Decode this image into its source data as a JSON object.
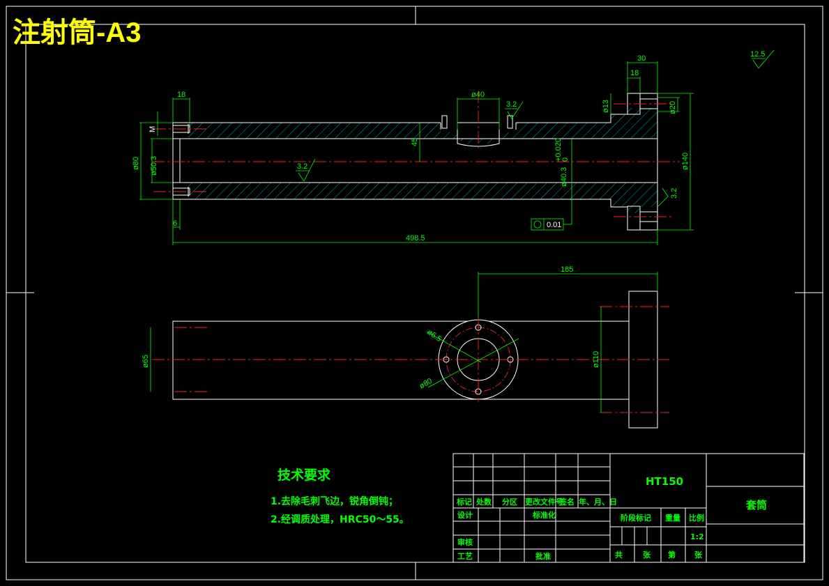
{
  "title": "注射筒-A3",
  "roughness": {
    "overall": "12.5",
    "top_hole": "3.2",
    "bore": "3.2",
    "right_face": "3.2"
  },
  "dims": {
    "d18_left": "18",
    "d30": "30",
    "d18_right": "18",
    "d40": "ø40",
    "d13": "ø13",
    "d20": "ø20",
    "d80": "ø80",
    "d50_3": "ø50.3",
    "d_small": "M",
    "d45": "45",
    "d40_3": "ø40.3",
    "tol": "+0.020",
    "tol0": "0",
    "d140": "ø140",
    "d6": "6",
    "d498_5": "498.5",
    "tolerance_value": "0.01",
    "d185": "185",
    "d65": "ø65",
    "d6_5": "ø6.5",
    "d80_2": "ø80",
    "d110": "ø110"
  },
  "tech": {
    "heading": "技术要求",
    "line1": "1.去除毛刺飞边，锐角倒钝；",
    "line2": "2.经调质处理，HRC50～55。"
  },
  "titleblock": {
    "material": "HT150",
    "part_name": "套筒",
    "row_labels": [
      "标记",
      "处数",
      "分区",
      "更改文件号",
      "签名",
      "年、月、日"
    ],
    "design": "设计",
    "standardize": "标准化",
    "stage": "阶段标记",
    "weight": "重量",
    "scale_label": "比例",
    "scale": "1:2",
    "review": "审核",
    "process": "工艺",
    "approve": "批准",
    "total": "共",
    "sheet": "张",
    "page_no": "第",
    "sheet2": "张"
  }
}
